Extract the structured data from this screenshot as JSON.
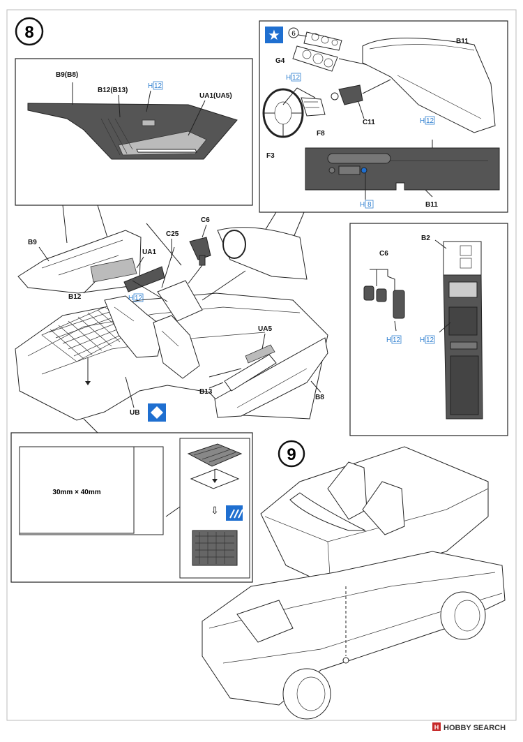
{
  "steps": {
    "step8": "8",
    "step9": "9"
  },
  "detail_door": {
    "b9": "B9(B8)",
    "b12": "B12(B13)",
    "ua1": "UA1(UA5)",
    "paint": "H",
    "paint_num": "12"
  },
  "detail_dash": {
    "g4": "G4",
    "six": "6",
    "b11_top": "B11",
    "b11_bottom": "B11",
    "c11": "C11",
    "f8": "F8",
    "f3": "F3",
    "paint_a": "12",
    "paint_b": "12",
    "paint_c": "8",
    "paint_letter": "H"
  },
  "detail_console": {
    "c6": "C6",
    "b2": "B2",
    "paint_a": "12",
    "paint_b": "12",
    "paint_letter": "H"
  },
  "main_parts": {
    "b9": "B9",
    "ua1": "UA1",
    "b12": "B12",
    "c25": "C25",
    "c6": "C6",
    "ua5": "UA5",
    "b13": "B13",
    "b8": "B8",
    "ub": "UB",
    "paint_letter": "H",
    "paint_num": "12"
  },
  "decal": {
    "size": "30mm × 40mm"
  },
  "watermark": {
    "logo": "H",
    "text": "HOBBY SEARCH"
  },
  "colors": {
    "paint_blue": "#2f7fd0",
    "part_grey": "#555555",
    "step_blue": "#1f6fd0"
  },
  "icons": [
    "star-icon",
    "diamond-icon",
    "glue-icon",
    "arrow-down-icon",
    "circle-number-icon"
  ]
}
